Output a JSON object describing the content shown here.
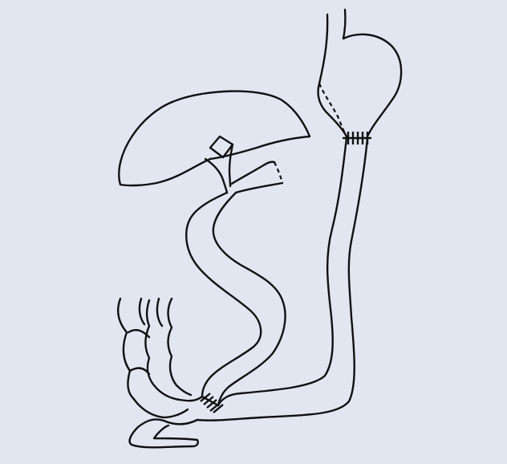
{
  "figure": {
    "background": "#e1e6f1",
    "stroke": "#111111",
    "parts": [
      "esophagus",
      "gastric-remnant",
      "gastric-conduit",
      "liver",
      "gallbladder",
      "bile-duct",
      "duodenal-stump",
      "jejunal-limb",
      "colon"
    ]
  }
}
